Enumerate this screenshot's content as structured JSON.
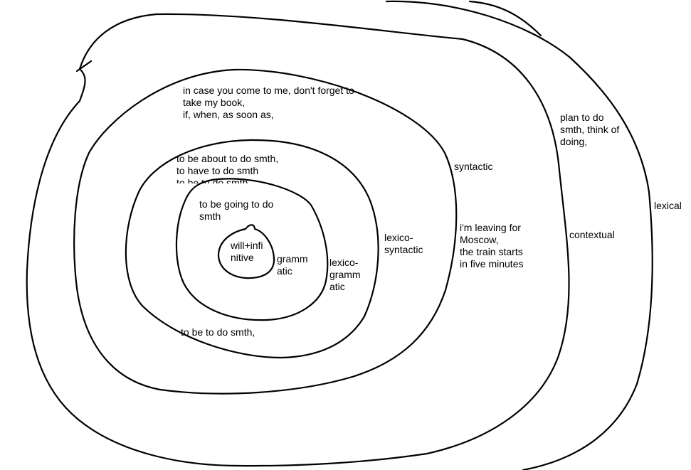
{
  "rings": {
    "core": {
      "text_lines": [
        "will+infi",
        "nitive"
      ],
      "label_lines": [
        "gramm",
        "atic"
      ]
    },
    "ring2": {
      "text_lines": [
        "to be going to do",
        "smth"
      ],
      "label_lines": [
        "lexico-",
        "gramm",
        "atic"
      ]
    },
    "ring3": {
      "text_lines": [
        "to be about to do smth,",
        "to have to do smth",
        "to be to do smth"
      ],
      "bottom_text": "to be to do smth,",
      "label_lines": [
        "lexico-",
        "syntactic"
      ]
    },
    "ring4": {
      "text_lines": [
        "in case you come to me, don't forget to",
        "take my book,",
        "if, when, as soon as,"
      ],
      "label": "syntactic"
    },
    "ring5": {
      "text_lines": [
        "i'm leaving for",
        "Moscow,",
        "the train starts",
        "in five minutes"
      ],
      "label": "contextual"
    },
    "ring6": {
      "text_lines": [
        "plan to do",
        "smth, think of",
        "doing,"
      ],
      "label": "lexical"
    }
  },
  "colors": {
    "ink": "#000000",
    "background": "#ffffff"
  }
}
